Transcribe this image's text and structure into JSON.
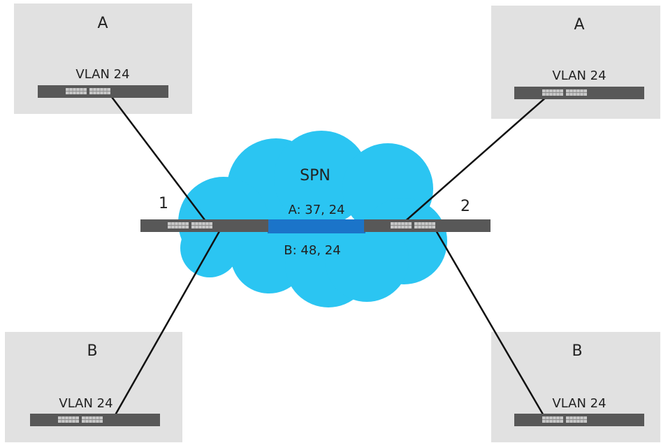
{
  "site_labels": {
    "top_left": "A",
    "top_right": "A",
    "bottom_left": "B",
    "bottom_right": "B"
  },
  "vlan_labels": {
    "top_left": "VLAN 24",
    "top_right": "VLAN 24",
    "bottom_left": "VLAN 24",
    "bottom_right": "VLAN 24"
  },
  "cloud_label": "SPN",
  "switch_labels": {
    "left": "1",
    "right": "2"
  },
  "tunnel_labels": {
    "a": "A: 37, 24",
    "b": "B: 48, 24"
  },
  "colors": {
    "site_box": "#e1e1e1",
    "cloud": "#2bc5f2",
    "tunnel": "#1b74c9",
    "switch": "#585858",
    "link": "#111111"
  }
}
